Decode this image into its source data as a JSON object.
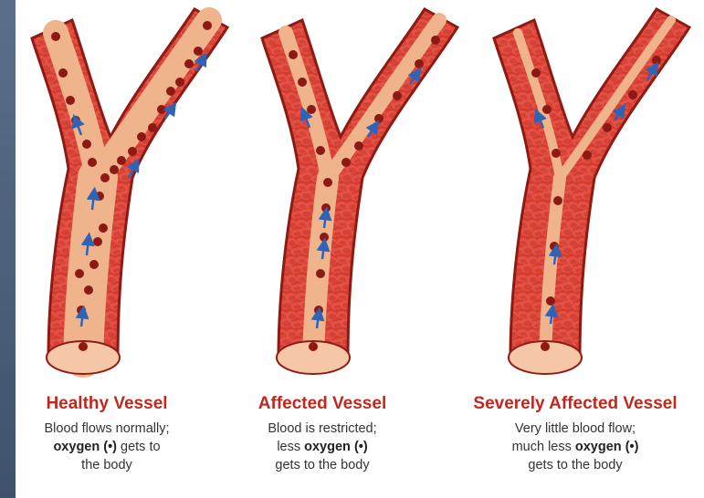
{
  "colors": {
    "title": "#c0281e",
    "vessel_wall": "#d43c2f",
    "vessel_edge": "#8e1a14",
    "lumen": "#f0b48c",
    "oxygen_dot": "#8c1a12",
    "arrow": "#2f63b6"
  },
  "vessels": [
    {
      "title": "Healthy Vessel",
      "line1": "Blood flows normally;",
      "oxygen_word": "oxygen",
      "dot_symbol": "(•)",
      "rest_line2": "gets to",
      "line3": "the body",
      "lumen_state": "open"
    },
    {
      "title": "Affected Vessel",
      "line1": "Blood is restricted;",
      "pre_line2": "less",
      "oxygen_word": "oxygen",
      "dot_symbol": "(•)",
      "line3": "gets to the body",
      "lumen_state": "narrowed"
    },
    {
      "title": "Severely Affected Vessel",
      "line1": "Very little blood flow;",
      "pre_line2": "much less",
      "oxygen_word": "oxygen",
      "dot_symbol": "(•)",
      "line3": "gets to the body",
      "lumen_state": "severely narrowed"
    }
  ]
}
